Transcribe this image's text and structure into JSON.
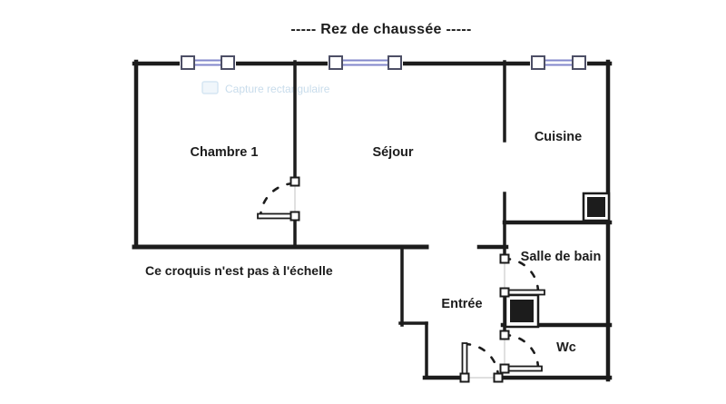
{
  "plan": {
    "title": "-----  Rez de chaussée  -----",
    "note": "Ce croquis n'est pas à l'échelle",
    "watermark": "Capture rectangulaire",
    "rooms": [
      {
        "id": "chambre-1",
        "name": "Chambre 1"
      },
      {
        "id": "sejour",
        "name": "Séjour"
      },
      {
        "id": "cuisine",
        "name": "Cuisine"
      },
      {
        "id": "salle-de-bain",
        "name": "Salle de bain"
      },
      {
        "id": "entree",
        "name": "Entrée"
      },
      {
        "id": "wc",
        "name": "Wc"
      }
    ],
    "colors": {
      "background": "#ffffff",
      "wall": "#1c1c1c",
      "window-glass": "#8287cb",
      "window-frame": "#4d4f66",
      "opening": "#cccccc",
      "watermark": "#9cc0dc"
    }
  }
}
